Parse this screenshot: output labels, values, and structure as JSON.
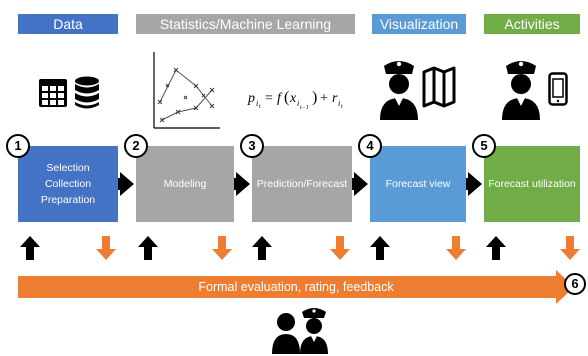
{
  "headers": {
    "data": "Data",
    "stats": "Statistics/Machine Learning",
    "visualization": "Visualization",
    "activities": "Activities"
  },
  "stages": [
    {
      "number": "1",
      "lines": [
        "Selection",
        "Collection",
        "Preparation"
      ]
    },
    {
      "number": "2",
      "lines": [
        "Modeling"
      ]
    },
    {
      "number": "3",
      "lines": [
        "Prediction/Forecast"
      ]
    },
    {
      "number": "4",
      "lines": [
        "Forecast view"
      ]
    },
    {
      "number": "5",
      "lines": [
        "Forecast utilization"
      ]
    }
  ],
  "feedback": {
    "number": "6",
    "label": "Formal evaluation, rating, feedback"
  },
  "colors": {
    "data": "#4472c4",
    "stats": "#a6a6a6",
    "visualization": "#5b9bd5",
    "activities": "#70ad47",
    "feedback": "#ed7d31",
    "black": "#000000"
  },
  "icons": [
    "table-icon",
    "database-icon",
    "line-chart-icon",
    "formula",
    "police-officer-icon",
    "map-icon",
    "smartphone-icon",
    "people-icon"
  ]
}
